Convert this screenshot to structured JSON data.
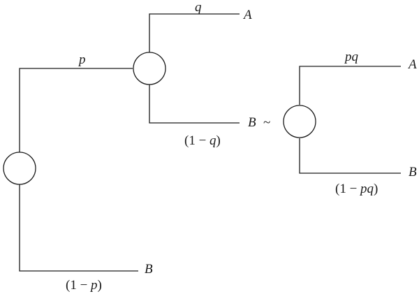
{
  "left_tree": {
    "branch_p": {
      "text": "p"
    },
    "branch_q": {
      "text": "q"
    },
    "outcome_A": {
      "text": "A"
    },
    "outcome_B_inner": {
      "text": "B"
    },
    "equivalence_symbol": {
      "text": "~"
    },
    "prob_1_minus_q": {
      "open": "(1 − ",
      "var": "q",
      "close": ")"
    },
    "outcome_B_outer": {
      "text": "B"
    },
    "prob_1_minus_p": {
      "open": "(1 − ",
      "var": "p",
      "close": ")"
    }
  },
  "right_tree": {
    "branch_pq": {
      "text": "pq"
    },
    "outcome_A": {
      "text": "A"
    },
    "outcome_B": {
      "text": "B"
    },
    "prob_1_minus_pq": {
      "open": "(1 − ",
      "var": "pq",
      "close": ")"
    }
  }
}
